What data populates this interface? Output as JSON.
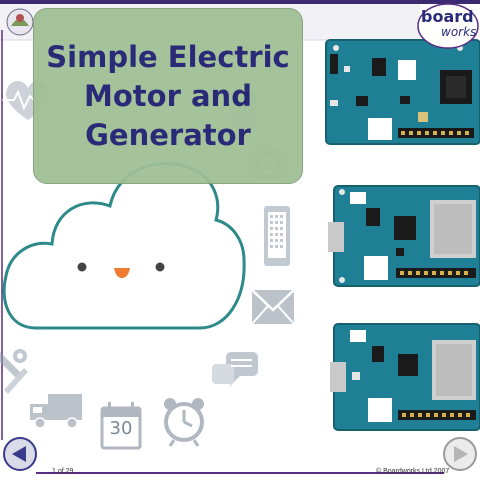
{
  "slide": {
    "title": "Simple Electric\nMotor and\nGenerator",
    "page_indicator": "1 of 29",
    "copyright": "© Boardworks Ltd 2007"
  },
  "logo": {
    "line1": "board",
    "line2": "works"
  },
  "calendar": {
    "day": "30"
  },
  "nav": {
    "back_icon": "arrow-left-icon",
    "forward_icon": "arrow-right-icon"
  },
  "colors": {
    "title_bg": "#9fbf94",
    "title_text": "#1a1a6e",
    "board_teal": "#1f7f95",
    "cloud_stroke": "#2e8a8a",
    "frame_purple": "#5a2d82"
  }
}
